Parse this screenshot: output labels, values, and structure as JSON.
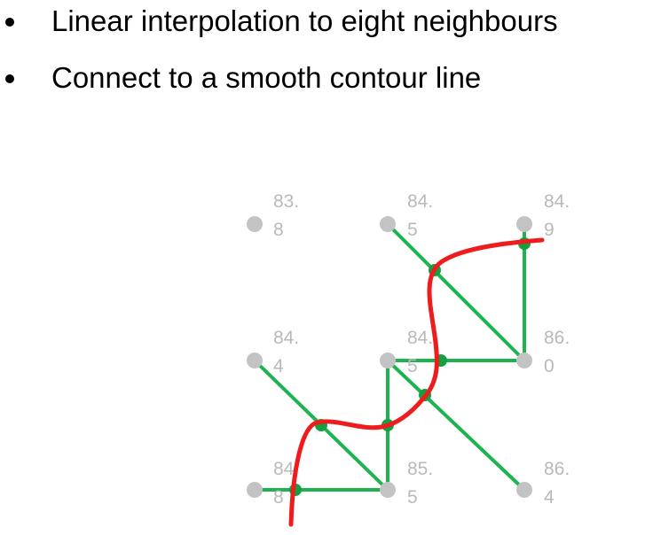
{
  "bullets": [
    {
      "text": "Linear interpolation to eight neighbours"
    },
    {
      "text": "Connect to a smooth contour line"
    }
  ],
  "grid": [
    {
      "id": "r0c0",
      "line1": "83.",
      "line2": "8"
    },
    {
      "id": "r0c1",
      "line1": "84.",
      "line2": "5"
    },
    {
      "id": "r0c2",
      "line1": "84.",
      "line2": "9"
    },
    {
      "id": "r1c0",
      "line1": "84.",
      "line2": "4"
    },
    {
      "id": "r1c1",
      "line1": "84.",
      "line2": "5"
    },
    {
      "id": "r1c2",
      "line1": "86.",
      "line2": "0"
    },
    {
      "id": "r2c0",
      "line1": "84",
      "line2": "8"
    },
    {
      "id": "r2c1",
      "line1": "85.",
      "line2": "5"
    },
    {
      "id": "r2c2",
      "line1": "86.",
      "line2": "4"
    }
  ],
  "colors": {
    "grid_point": "#c3c3c3",
    "interpolation_line": "#1db34f",
    "intersection_point": "#14a040",
    "contour_line": "#ee1c1c",
    "value_text": "#b9b9b9"
  }
}
